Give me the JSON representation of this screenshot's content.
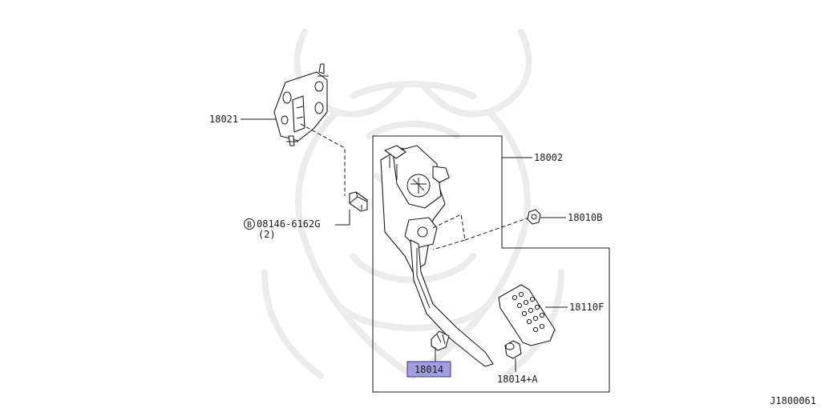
{
  "parts": {
    "bracket": "18021",
    "pedal_assembly": "18002",
    "nut": "18010B",
    "bolt_code": "08146-6162G",
    "bolt_qty": "(2)",
    "bolt_prefix": "B",
    "pad": "18110F",
    "stopper_highlighted": "18014",
    "stopper_a": "18014+A"
  },
  "diagram_id": "J1800061",
  "colors": {
    "highlight_fill": "#9f9fe0",
    "highlight_border": "#3a3a8a",
    "line": "#1a1a1a",
    "watermark": "#ececec"
  }
}
